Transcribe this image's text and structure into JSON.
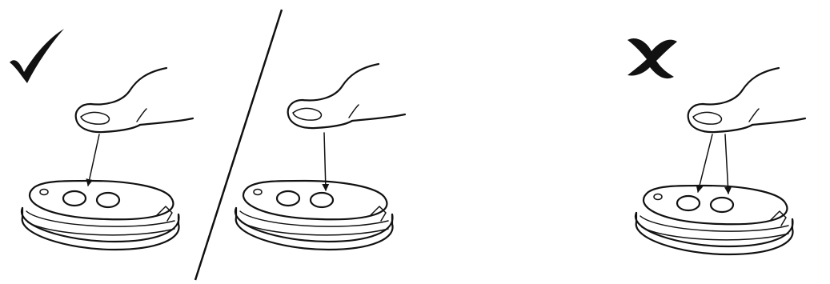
{
  "diagram": {
    "panels": [
      {
        "id": "correct-left-button",
        "symbol": "checkmark-icon",
        "pressed_buttons": [
          "left"
        ]
      },
      {
        "id": "correct-right-button",
        "symbol": "",
        "pressed_buttons": [
          "right"
        ]
      },
      {
        "id": "incorrect-both-buttons",
        "symbol": "cross-icon",
        "pressed_buttons": [
          "left",
          "right"
        ]
      }
    ],
    "colors": {
      "ink": "#111111",
      "background": "#ffffff",
      "fill": "#ffffff"
    }
  }
}
